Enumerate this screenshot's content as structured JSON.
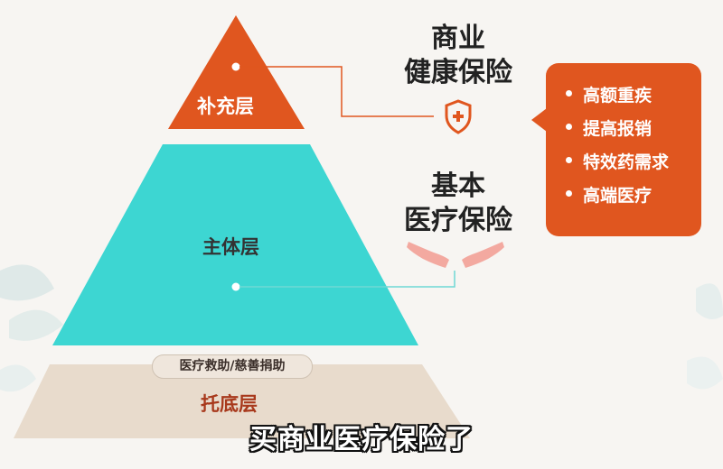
{
  "pyramid": {
    "top_label": "补充层",
    "middle_label": "主体层",
    "bottom_label": "托底层",
    "bottom_pill": "医疗救助/慈善捐助"
  },
  "insurance": {
    "commercial_line1": "商业",
    "commercial_line2": "健康保险",
    "basic_line1": "基本",
    "basic_line2": "医疗保险"
  },
  "callout": {
    "items": [
      "高额重疾",
      "提高报销",
      "特效药需求",
      "高端医疗"
    ]
  },
  "subtitle": "买商业医疗保险了",
  "colors": {
    "orange": "#e0561f",
    "teal": "#3dd6d2",
    "beige": "#e8dbcc",
    "hand_pink": "#f3a9a0"
  },
  "icons": {
    "commercial": "shield-plus-icon",
    "basic": "hands-icon"
  }
}
